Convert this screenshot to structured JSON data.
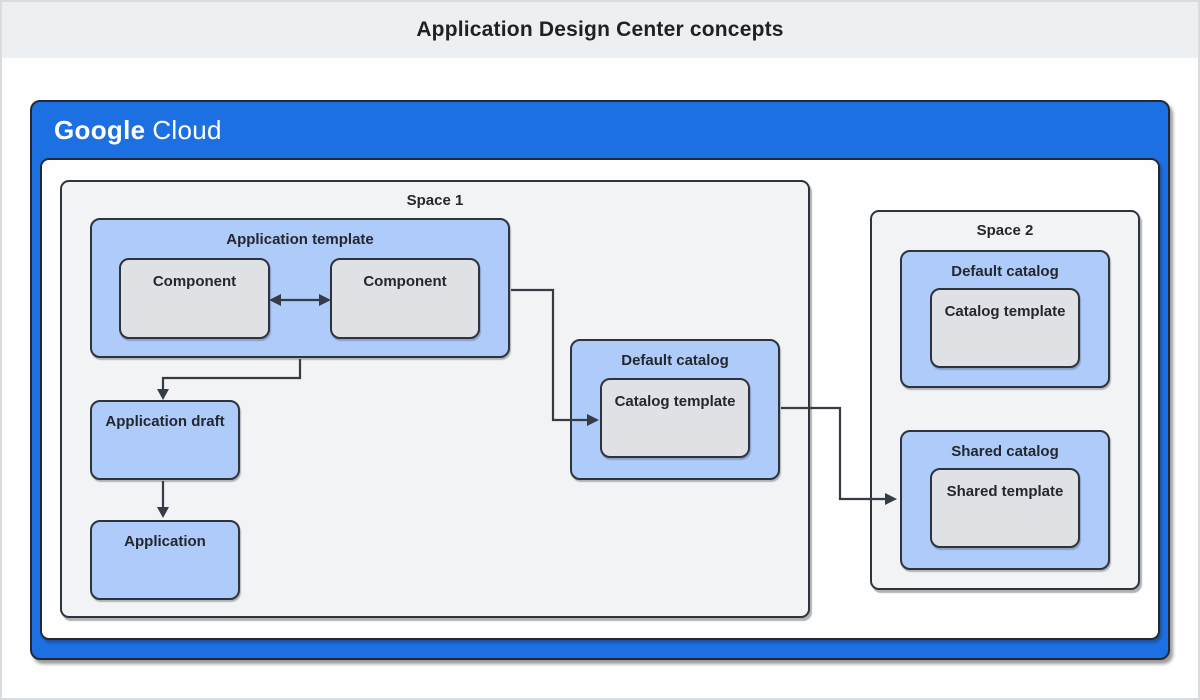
{
  "page": {
    "title": "Application Design Center concepts"
  },
  "brand": {
    "google": "Google",
    "cloud": "Cloud"
  },
  "colors": {
    "google_blue": "#1d70e2",
    "box_blue": "#aecbfa",
    "box_gray": "#dfe1e4",
    "space_gray": "#f1f3f4",
    "border_dark": "#2e343d",
    "banner_bg": "#edf0f2",
    "text": "#202124",
    "arrow": "#363c45"
  },
  "diagram": {
    "space1": {
      "label": "Space 1",
      "application_template": {
        "label": "Application template",
        "components": [
          "Component",
          "Component"
        ]
      },
      "application_draft": {
        "label": "Application draft"
      },
      "application": {
        "label": "Application"
      },
      "default_catalog": {
        "label": "Default catalog",
        "catalog_template": {
          "label": "Catalog template"
        }
      }
    },
    "space2": {
      "label": "Space 2",
      "default_catalog": {
        "label": "Default catalog",
        "catalog_template": {
          "label": "Catalog template"
        }
      },
      "shared_catalog": {
        "label": "Shared catalog",
        "shared_template": {
          "label": "Shared template"
        }
      }
    }
  }
}
